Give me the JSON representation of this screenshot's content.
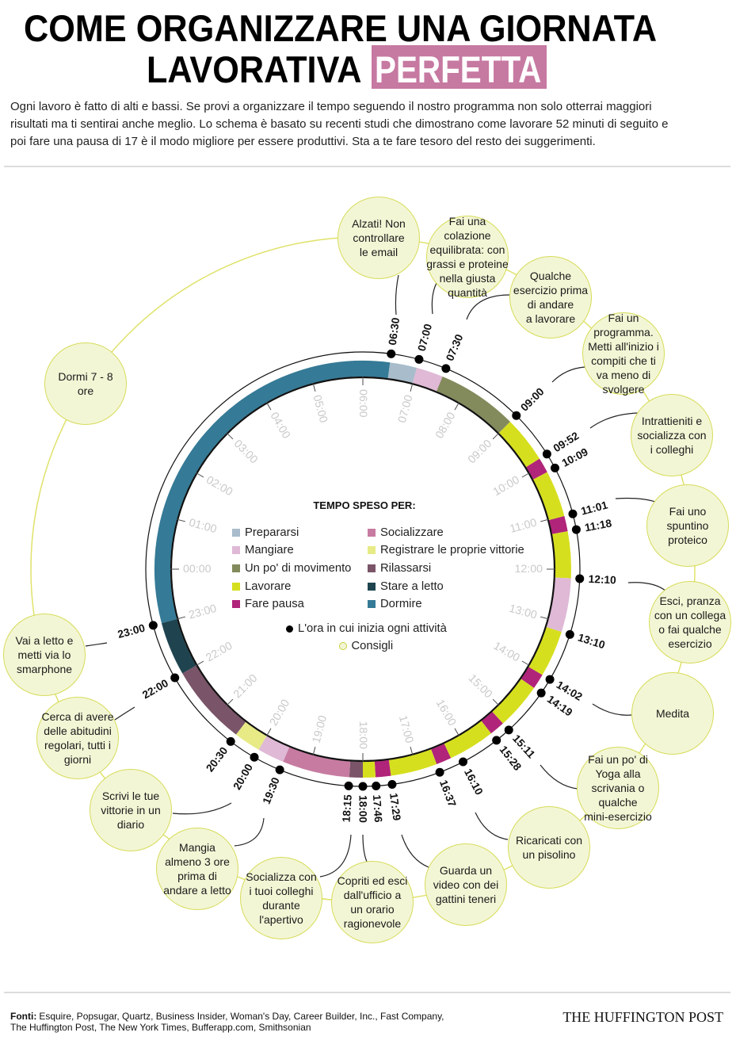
{
  "header": {
    "title_line1": "COME ORGANIZZARE UNA GIORNATA",
    "title_line2": "LAVORATIVA",
    "title_highlight": "PERFETTA",
    "highlight_color": "#c679a1"
  },
  "intro": {
    "lines": [
      "Ogni lavoro è fatto di alti e bassi. Se provi a organizzare il tempo seguendo il nostro programma non solo otterrai maggiori",
      "risultati ma ti sentirai anche meglio. Lo schema è basato su recenti studi che dimostrano come lavorare 52 minuti di seguito e",
      "poi fare una pausa di 17 è il modo migliore per essere produttivi. Sta a te fare tesoro del resto dei suggerimenti."
    ]
  },
  "chart_data": {
    "type": "radial-timeline",
    "title": "TEMPO SPESO PER:",
    "hour_labels": [
      "00:00",
      "01:00",
      "02:00",
      "03:00",
      "04:00",
      "05:00",
      "06:00",
      "07:00",
      "08:00",
      "09:00",
      "10:00",
      "11:00",
      "12:00",
      "13:00",
      "14:00",
      "15:00",
      "16:00",
      "17:00",
      "18:00",
      "19:00",
      "20:00",
      "21:00",
      "22:00",
      "23:00"
    ],
    "activities": [
      {
        "key": "prepararsi",
        "label": "Prepararsi",
        "color": "#a8bccb"
      },
      {
        "key": "mangiare",
        "label": "Mangiare",
        "color": "#dfb9d6"
      },
      {
        "key": "movimento",
        "label": "Un po' di movimento",
        "color": "#838a5c"
      },
      {
        "key": "lavorare",
        "label": "Lavorare",
        "color": "#d6df1e"
      },
      {
        "key": "pausa",
        "label": "Fare pausa",
        "color": "#b0247a"
      },
      {
        "key": "socializzare",
        "label": "Socializzare",
        "color": "#c77ba1"
      },
      {
        "key": "vittorie",
        "label": "Registrare le proprie vittorie",
        "color": "#e7ea85"
      },
      {
        "key": "rilassarsi",
        "label": "Rilassarsi",
        "color": "#7a5469"
      },
      {
        "key": "letto",
        "label": "Stare a letto",
        "color": "#1f4450"
      },
      {
        "key": "dormire",
        "label": "Dormire",
        "color": "#357a96"
      }
    ],
    "segments": [
      {
        "start": "23:00",
        "end": "06:30",
        "activity": "dormire"
      },
      {
        "start": "06:30",
        "end": "07:00",
        "activity": "prepararsi"
      },
      {
        "start": "07:00",
        "end": "07:30",
        "activity": "mangiare"
      },
      {
        "start": "07:30",
        "end": "09:00",
        "activity": "movimento"
      },
      {
        "start": "09:00",
        "end": "09:52",
        "activity": "lavorare"
      },
      {
        "start": "09:52",
        "end": "10:09",
        "activity": "pausa"
      },
      {
        "start": "10:09",
        "end": "11:01",
        "activity": "lavorare"
      },
      {
        "start": "11:01",
        "end": "11:18",
        "activity": "pausa"
      },
      {
        "start": "11:18",
        "end": "12:10",
        "activity": "lavorare"
      },
      {
        "start": "12:10",
        "end": "13:10",
        "activity": "mangiare"
      },
      {
        "start": "13:10",
        "end": "14:02",
        "activity": "lavorare"
      },
      {
        "start": "14:02",
        "end": "14:19",
        "activity": "pausa"
      },
      {
        "start": "14:19",
        "end": "15:11",
        "activity": "lavorare"
      },
      {
        "start": "15:11",
        "end": "15:28",
        "activity": "pausa"
      },
      {
        "start": "15:28",
        "end": "16:20",
        "activity": "lavorare"
      },
      {
        "start": "16:20",
        "end": "16:37",
        "activity": "pausa"
      },
      {
        "start": "16:37",
        "end": "17:29",
        "activity": "lavorare"
      },
      {
        "start": "17:29",
        "end": "17:46",
        "activity": "pausa"
      },
      {
        "start": "17:46",
        "end": "18:00",
        "activity": "lavorare"
      },
      {
        "start": "18:00",
        "end": "18:15",
        "activity": "rilassarsi"
      },
      {
        "start": "18:15",
        "end": "19:30",
        "activity": "socializzare"
      },
      {
        "start": "19:30",
        "end": "20:00",
        "activity": "mangiare"
      },
      {
        "start": "20:00",
        "end": "20:30",
        "activity": "vittorie"
      },
      {
        "start": "20:30",
        "end": "22:00",
        "activity": "rilassarsi"
      },
      {
        "start": "22:00",
        "end": "23:00",
        "activity": "letto"
      }
    ],
    "markers": [
      "06:30",
      "07:00",
      "07:30",
      "09:00",
      "09:52",
      "10:09",
      "11:01",
      "11:18",
      "12:10",
      "13:10",
      "14:02",
      "14:19",
      "15:11",
      "15:28",
      "16:10",
      "16:37",
      "17:29",
      "17:46",
      "18:00",
      "18:15",
      "19:30",
      "20:00",
      "20:30",
      "22:00",
      "23:00"
    ],
    "legend_marker_label": "L'ora in cui inizia ogni attività",
    "legend_tip_label": "Consigli"
  },
  "tips": [
    {
      "linked_time": "06:30",
      "lines": [
        "Alzati! Non",
        "controllare",
        "le email"
      ]
    },
    {
      "linked_time": "07:00",
      "lines": [
        "Fai una",
        "colazione",
        "equilibrata: con",
        "grassi e proteine",
        "nella giusta",
        "quantità"
      ]
    },
    {
      "linked_time": "07:30",
      "lines": [
        "Qualche",
        "esercizio prima",
        "di andare",
        "a lavorare"
      ]
    },
    {
      "linked_time": "09:00",
      "lines": [
        "Fai un",
        "programma.",
        "Metti all'inizio i",
        "compiti che ti",
        "va meno di",
        "svolgere"
      ]
    },
    {
      "linked_time": "09:52",
      "lines": [
        "Intrattieniti e",
        "socializza con",
        "i colleghi"
      ]
    },
    {
      "linked_time": "11:01",
      "lines": [
        "Fai uno",
        "spuntino",
        "proteico"
      ]
    },
    {
      "linked_time": "12:10",
      "lines": [
        "Esci, pranza",
        "con un collega",
        "o fai qualche",
        "esercizio"
      ]
    },
    {
      "linked_time": "14:02",
      "lines": [
        "Medita"
      ]
    },
    {
      "linked_time": "15:11",
      "lines": [
        "Fai un po' di",
        "Yoga alla",
        "scrivania o",
        "qualche",
        "mini-esercizio"
      ]
    },
    {
      "linked_time": "16:10",
      "lines": [
        "Ricaricati con",
        "un pisolino"
      ]
    },
    {
      "linked_time": "17:29",
      "lines": [
        "Guarda un",
        "video con dei",
        "gattini teneri"
      ]
    },
    {
      "linked_time": "18:00",
      "lines": [
        "Copriti ed esci",
        "dall'ufficio a",
        "un orario",
        "ragionevole"
      ]
    },
    {
      "linked_time": "18:15",
      "lines": [
        "Socializza con",
        "i tuoi colleghi",
        "durante",
        "l'apertivo"
      ]
    },
    {
      "linked_time": "19:30",
      "lines": [
        "Mangia",
        "almeno 3 ore",
        "prima di",
        "andare a letto"
      ]
    },
    {
      "linked_time": "20:00",
      "lines": [
        "Scrivi le tue",
        "vittorie in un",
        "diario"
      ]
    },
    {
      "linked_time": "22:00",
      "lines": [
        "Cerca di avere",
        "delle abitudini",
        "regolari, tutti i",
        "giorni"
      ]
    },
    {
      "linked_time": "23:00",
      "lines": [
        "Vai a letto e",
        "metti via lo",
        "smarphone"
      ]
    },
    {
      "linked_time": "",
      "lines": [
        "Dormi 7 - 8",
        "ore"
      ]
    }
  ],
  "footer": {
    "sources_label": "Fonti:",
    "sources_line1": "Esquire, Popsugar, Quartz, Business Insider, Woman's Day, Career Builder, Inc., Fast Company,",
    "sources_line2": "The Huffington Post, The New York Times, Bufferapp.com, Smithsonian",
    "brand": "THE HUFFINGTON POST"
  }
}
